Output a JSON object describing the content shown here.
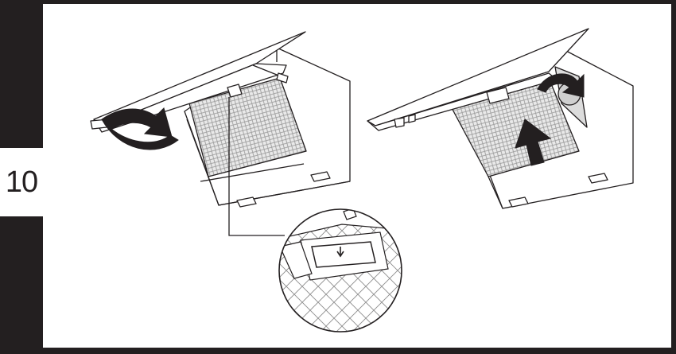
{
  "step": {
    "number": "10"
  },
  "colors": {
    "ink": "#231f20",
    "paper": "#ffffff",
    "mesh": "#bdbdbd"
  },
  "illustrations": [
    {
      "name": "open-hood-remove-filter",
      "arrow": "rotate-down-arrow"
    },
    {
      "name": "insert-filter-push-up",
      "arrows": [
        "push-up-arrow",
        "rotate-up-arrow"
      ]
    },
    {
      "name": "filter-latch-detail",
      "icon": "down-arrow-icon"
    }
  ]
}
